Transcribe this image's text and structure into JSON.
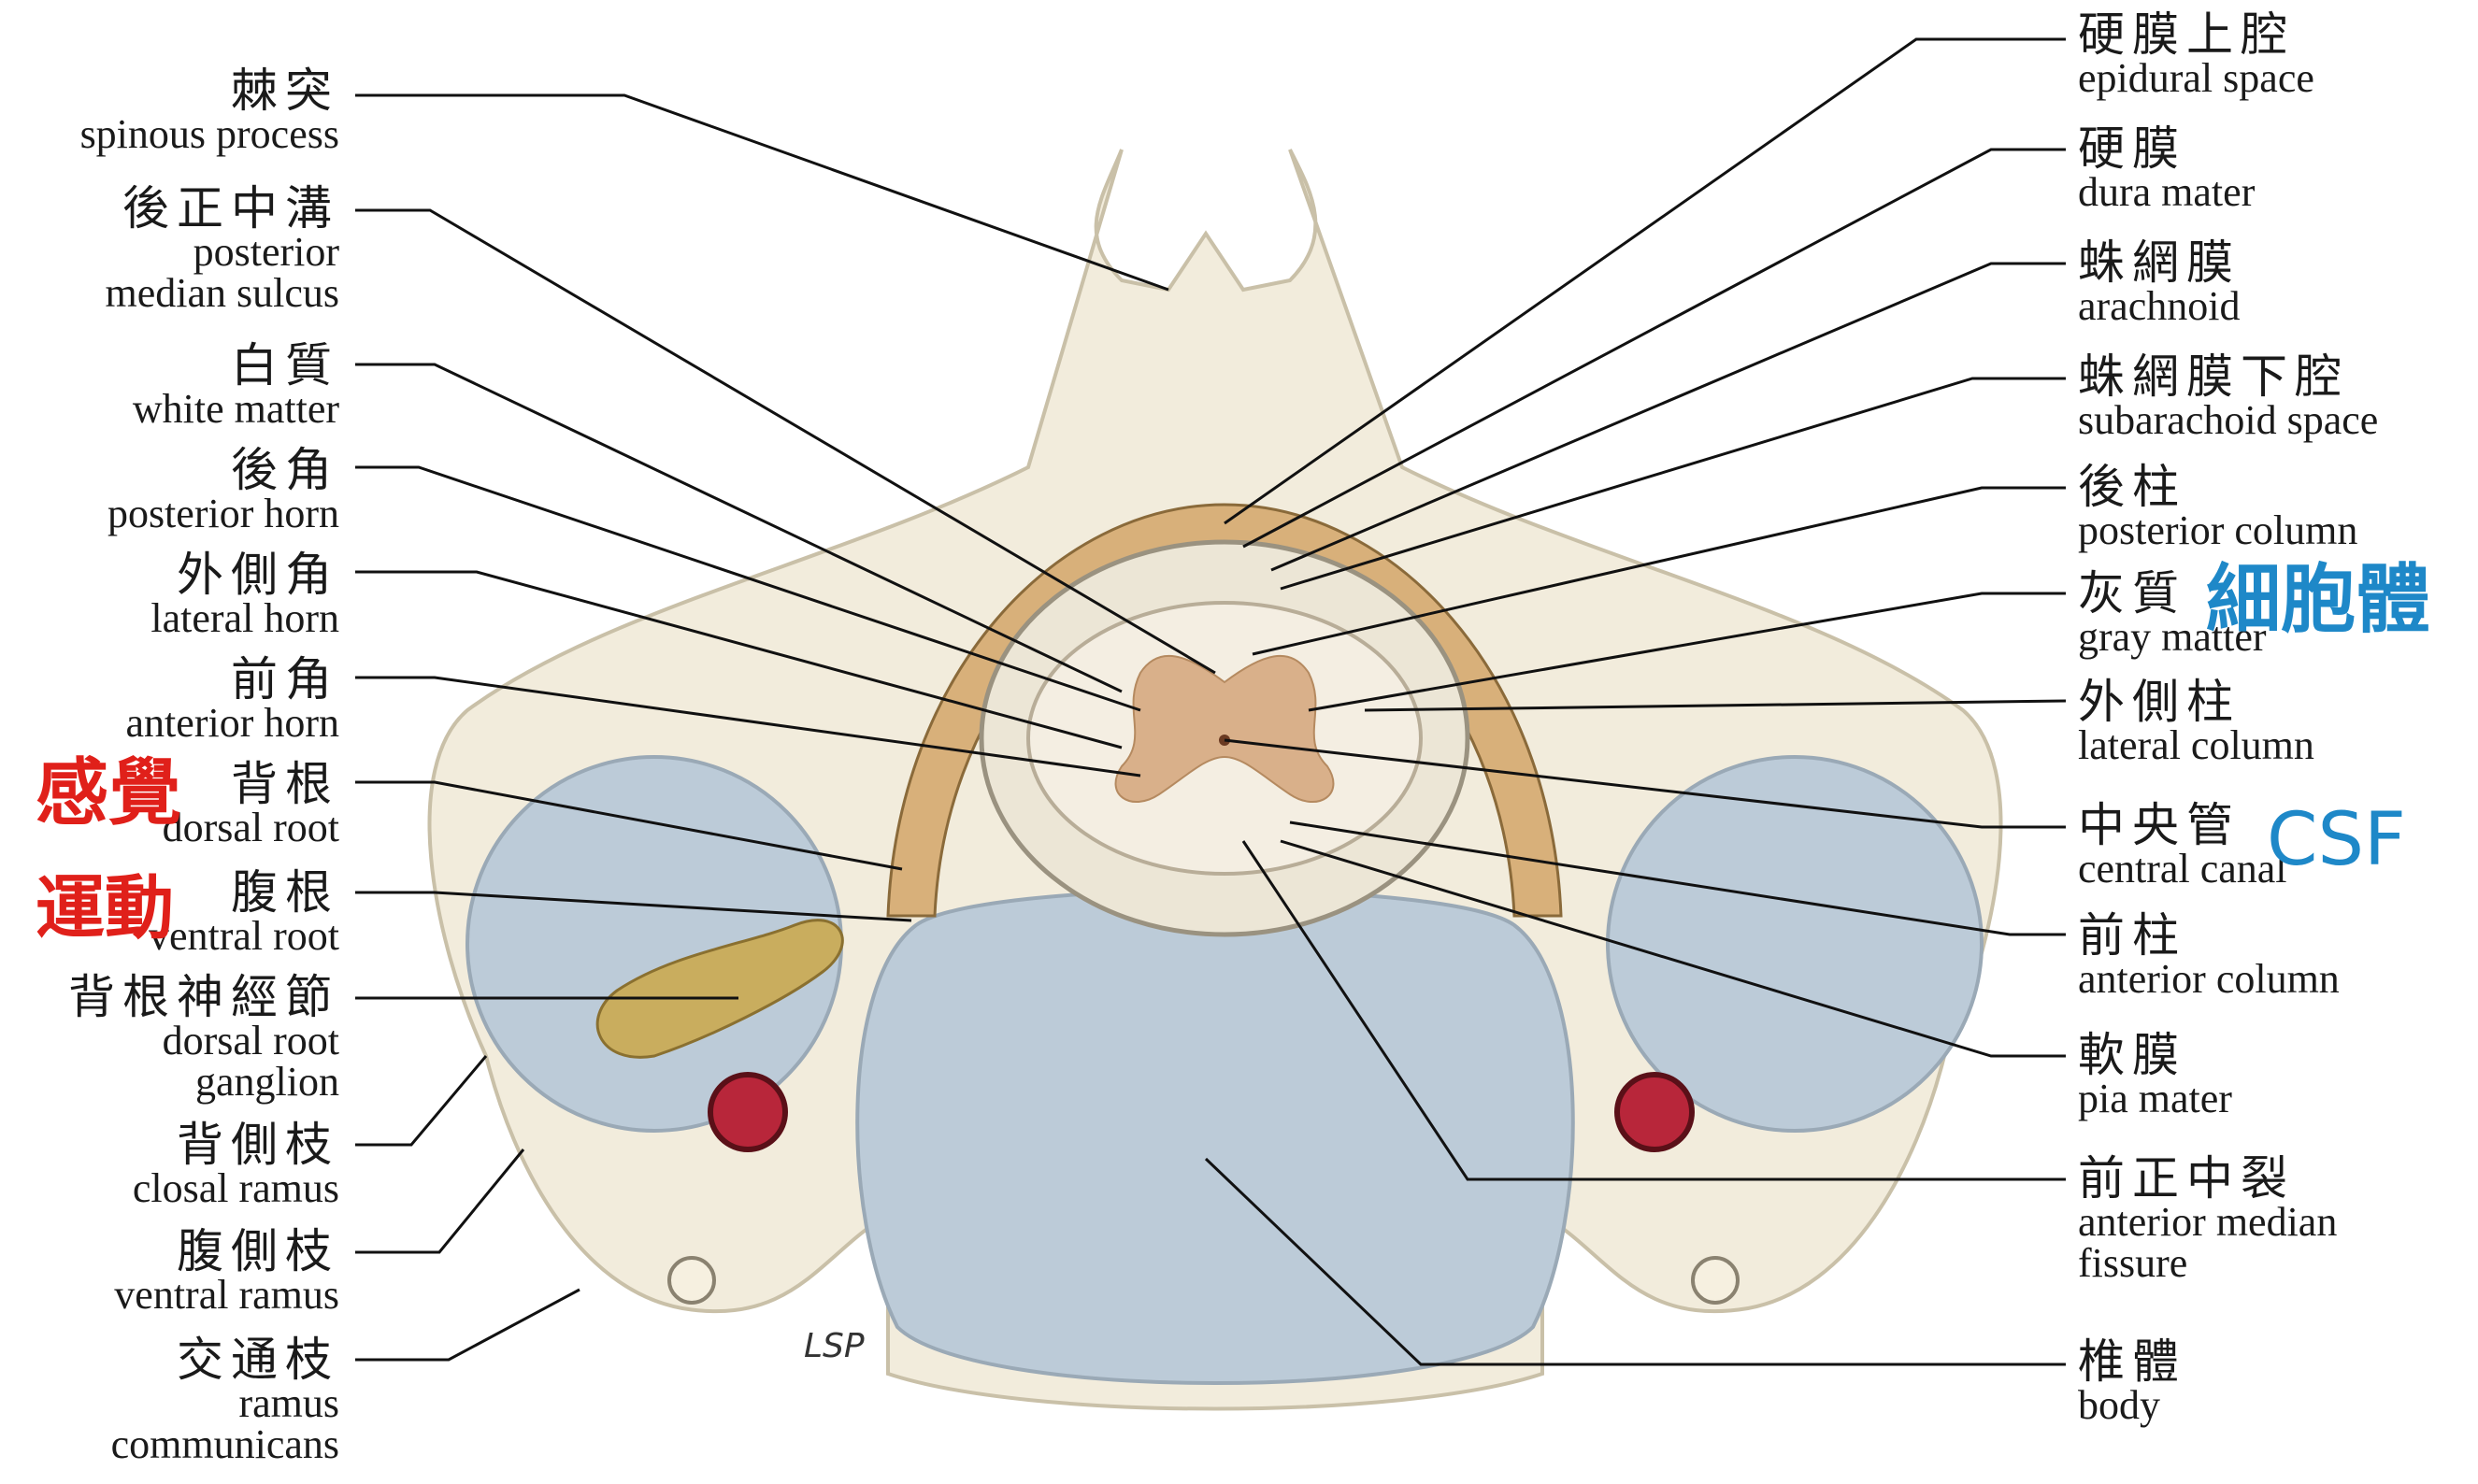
{
  "left_labels": [
    {
      "zh": "棘突",
      "en": [
        "spinous process"
      ]
    },
    {
      "zh": "後正中溝",
      "en": [
        "posterior",
        "median sulcus"
      ]
    },
    {
      "zh": "白質",
      "en": [
        "white matter"
      ]
    },
    {
      "zh": "後角",
      "en": [
        "posterior horn"
      ]
    },
    {
      "zh": "外側角",
      "en": [
        "lateral horn"
      ]
    },
    {
      "zh": "前角",
      "en": [
        "anterior horn"
      ]
    },
    {
      "zh": "背根",
      "en": [
        "dorsal root"
      ]
    },
    {
      "zh": "腹根",
      "en": [
        "ventral root"
      ]
    },
    {
      "zh": "背根神經節",
      "en": [
        "dorsal root",
        "ganglion"
      ]
    },
    {
      "zh": "背側枝",
      "en": [
        "closal ramus"
      ]
    },
    {
      "zh": "腹側枝",
      "en": [
        "ventral ramus"
      ]
    },
    {
      "zh": "交通枝",
      "en": [
        "ramus",
        "communicans"
      ]
    }
  ],
  "right_labels": [
    {
      "zh": "硬膜上腔",
      "en": [
        "epidural space"
      ]
    },
    {
      "zh": "硬膜",
      "en": [
        "dura mater"
      ]
    },
    {
      "zh": "蛛網膜",
      "en": [
        "arachnoid"
      ]
    },
    {
      "zh": "蛛網膜下腔",
      "en": [
        "subarachoid space"
      ]
    },
    {
      "zh": "後柱",
      "en": [
        "posterior column"
      ]
    },
    {
      "zh": "灰質",
      "en": [
        "gray matter"
      ]
    },
    {
      "zh": "外側柱",
      "en": [
        "lateral column"
      ]
    },
    {
      "zh": "中央管",
      "en": [
        "central canal"
      ]
    },
    {
      "zh": "前柱",
      "en": [
        "anterior column"
      ]
    },
    {
      "zh": "軟膜",
      "en": [
        "pia mater"
      ]
    },
    {
      "zh": "前正中裂",
      "en": [
        "anterior median",
        "fissure"
      ]
    },
    {
      "zh": "椎體",
      "en": [
        "body"
      ]
    }
  ],
  "annotations": {
    "sensory": "感覺",
    "motor": "運動",
    "cell_body": "細胞體",
    "csf": "CSF"
  },
  "signature": "LSP",
  "colors": {
    "bone": "#f2ecdc",
    "disc": "#bccbd8",
    "annotation_red": "#e0201a",
    "annotation_blue": "#1e88c8",
    "gray_matter": "#d9b08a",
    "ganglion": "#c9ad5e"
  }
}
